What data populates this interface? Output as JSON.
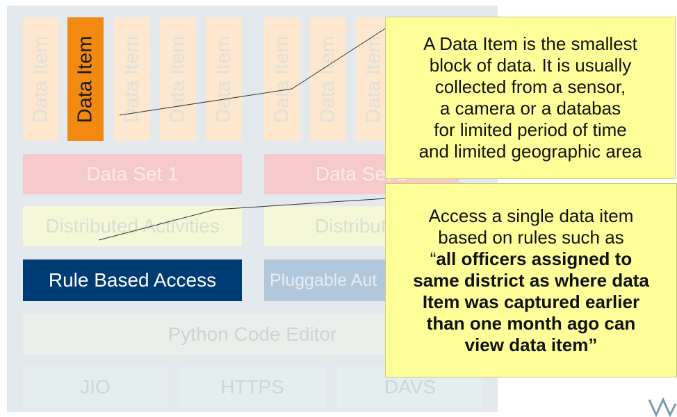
{
  "data_items": [
    {
      "label": "Data Item"
    },
    {
      "label": "Data Item"
    },
    {
      "label": "Data Item"
    },
    {
      "label": "Data Item"
    },
    {
      "label": "Data Item"
    },
    {
      "label": "Data Item"
    },
    {
      "label": "Data Item"
    },
    {
      "label": "Data Item"
    }
  ],
  "data_sets": [
    "Data Set 1",
    "Data Set 2"
  ],
  "distributed": [
    "Distributed Activities",
    "Distributed"
  ],
  "rule_access": "Rule Based Access",
  "pluggable": "Pluggable Aut",
  "python_editor": "Python Code Editor",
  "protocols": [
    "JIO",
    "HTTPS",
    "DAVS"
  ],
  "callout_top": {
    "lines": [
      "A Data Item is the smallest",
      "block of data. It is usually",
      "collected from a sensor,",
      "a camera or a databas",
      "for limited period of time",
      "and limited geographic area"
    ]
  },
  "callout_bottom": {
    "line1": "Access a single data item",
    "line2": "based on rules such as",
    "quote_open": "“",
    "bold_lines": [
      "all officers assigned to",
      "same district as where data",
      "Item was captured earlier",
      "than one month ago can",
      "view data item”"
    ]
  }
}
